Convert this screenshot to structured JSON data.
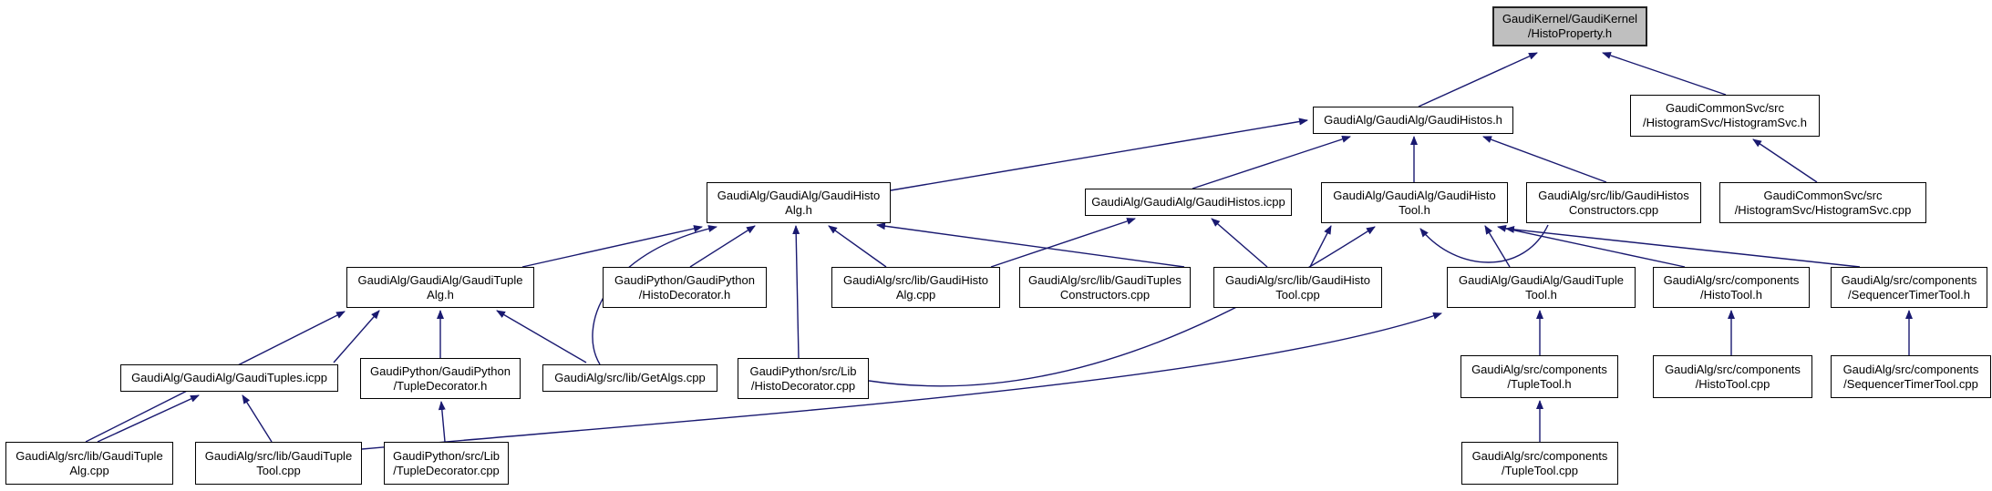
{
  "graph": {
    "type": "doxygen-included-by-dependency-graph",
    "background_color": "#ffffff",
    "edge_color": "#191970",
    "node_fill": "#ffffff",
    "node_border_color": "#000000",
    "root_node_fill": "#bfbfbf",
    "nodes": [
      {
        "id": "histo-property-h",
        "role": "root",
        "line1": "GaudiKernel/GaudiKernel",
        "line2": "/HistoProperty.h"
      },
      {
        "id": "gaudi-histos-h",
        "role": "file",
        "line1": "GaudiAlg/GaudiAlg/GaudiHistos.h",
        "line2": ""
      },
      {
        "id": "histogram-svc-h",
        "role": "file",
        "line1": "GaudiCommonSvc/src",
        "line2": "/HistogramSvc/HistogramSvc.h"
      },
      {
        "id": "gaudi-histo-alg-h",
        "role": "file",
        "line1": "GaudiAlg/GaudiAlg/GaudiHisto",
        "line2": "Alg.h"
      },
      {
        "id": "gaudi-histos-icpp",
        "role": "file",
        "line1": "GaudiAlg/GaudiAlg/GaudiHistos.icpp",
        "line2": ""
      },
      {
        "id": "gaudi-histo-tool-h",
        "role": "file",
        "line1": "GaudiAlg/GaudiAlg/GaudiHisto",
        "line2": "Tool.h"
      },
      {
        "id": "gaudi-histos-constructors-cpp",
        "role": "file",
        "line1": "GaudiAlg/src/lib/GaudiHistos",
        "line2": "Constructors.cpp"
      },
      {
        "id": "histogram-svc-cpp",
        "role": "file",
        "line1": "GaudiCommonSvc/src",
        "line2": "/HistogramSvc/HistogramSvc.cpp"
      },
      {
        "id": "gaudi-tuple-alg-h",
        "role": "file",
        "line1": "GaudiAlg/GaudiAlg/GaudiTuple",
        "line2": "Alg.h"
      },
      {
        "id": "histo-decorator-h",
        "role": "file",
        "line1": "GaudiPython/GaudiPython",
        "line2": "/HistoDecorator.h"
      },
      {
        "id": "gaudi-histo-alg-cpp",
        "role": "file",
        "line1": "GaudiAlg/src/lib/GaudiHisto",
        "line2": "Alg.cpp"
      },
      {
        "id": "gaudi-tuples-constructors-cpp",
        "role": "file",
        "line1": "GaudiAlg/src/lib/GaudiTuples",
        "line2": "Constructors.cpp"
      },
      {
        "id": "gaudi-histo-tool-cpp",
        "role": "file",
        "line1": "GaudiAlg/src/lib/GaudiHisto",
        "line2": "Tool.cpp"
      },
      {
        "id": "gaudi-tuple-tool-h",
        "role": "file",
        "line1": "GaudiAlg/GaudiAlg/GaudiTuple",
        "line2": "Tool.h"
      },
      {
        "id": "histo-tool-h",
        "role": "file",
        "line1": "GaudiAlg/src/components",
        "line2": "/HistoTool.h"
      },
      {
        "id": "sequencer-timer-tool-h",
        "role": "file",
        "line1": "GaudiAlg/src/components",
        "line2": "/SequencerTimerTool.h"
      },
      {
        "id": "gaudi-tuples-icpp",
        "role": "file",
        "line1": "GaudiAlg/GaudiAlg/GaudiTuples.icpp",
        "line2": ""
      },
      {
        "id": "tuple-decorator-h",
        "role": "file",
        "line1": "GaudiPython/GaudiPython",
        "line2": "/TupleDecorator.h"
      },
      {
        "id": "get-algs-cpp",
        "role": "file",
        "line1": "GaudiAlg/src/lib/GetAlgs.cpp",
        "line2": ""
      },
      {
        "id": "histo-decorator-cpp",
        "role": "file",
        "line1": "GaudiPython/src/Lib",
        "line2": "/HistoDecorator.cpp"
      },
      {
        "id": "tuple-tool-h-components",
        "role": "file",
        "line1": "GaudiAlg/src/components",
        "line2": "/TupleTool.h"
      },
      {
        "id": "histo-tool-cpp",
        "role": "file",
        "line1": "GaudiAlg/src/components",
        "line2": "/HistoTool.cpp"
      },
      {
        "id": "sequencer-timer-tool-cpp",
        "role": "file",
        "line1": "GaudiAlg/src/components",
        "line2": "/SequencerTimerTool.cpp"
      },
      {
        "id": "gaudi-tuple-alg-cpp",
        "role": "file",
        "line1": "GaudiAlg/src/lib/GaudiTuple",
        "line2": "Alg.cpp"
      },
      {
        "id": "gaudi-tuple-tool-cpp",
        "role": "file",
        "line1": "GaudiAlg/src/lib/GaudiTuple",
        "line2": "Tool.cpp"
      },
      {
        "id": "tuple-decorator-cpp",
        "role": "file",
        "line1": "GaudiPython/src/Lib",
        "line2": "/TupleDecorator.cpp"
      },
      {
        "id": "tuple-tool-cpp-components",
        "role": "file",
        "line1": "GaudiAlg/src/components",
        "line2": "/TupleTool.cpp"
      }
    ],
    "edges": [
      {
        "from": "gaudi-histos-h",
        "to": "histo-property-h"
      },
      {
        "from": "histogram-svc-h",
        "to": "histo-property-h"
      },
      {
        "from": "gaudi-histo-alg-h",
        "to": "gaudi-histos-h"
      },
      {
        "from": "gaudi-histos-icpp",
        "to": "gaudi-histos-h"
      },
      {
        "from": "gaudi-histo-tool-h",
        "to": "gaudi-histos-h"
      },
      {
        "from": "gaudi-histos-constructors-cpp",
        "to": "gaudi-histos-h"
      },
      {
        "from": "histogram-svc-cpp",
        "to": "histogram-svc-h"
      },
      {
        "from": "gaudi-tuple-alg-h",
        "to": "gaudi-histo-alg-h"
      },
      {
        "from": "get-algs-cpp",
        "to": "gaudi-histo-alg-h"
      },
      {
        "from": "histo-decorator-h",
        "to": "gaudi-histo-alg-h"
      },
      {
        "from": "histo-decorator-cpp",
        "to": "gaudi-histo-alg-h"
      },
      {
        "from": "gaudi-histo-alg-cpp",
        "to": "gaudi-histo-alg-h"
      },
      {
        "from": "gaudi-tuples-constructors-cpp",
        "to": "gaudi-histo-alg-h"
      },
      {
        "from": "gaudi-histo-alg-cpp",
        "to": "gaudi-histos-icpp"
      },
      {
        "from": "gaudi-histo-tool-cpp",
        "to": "gaudi-histos-icpp"
      },
      {
        "from": "gaudi-histo-tool-cpp",
        "to": "gaudi-histo-tool-h"
      },
      {
        "from": "histo-decorator-cpp",
        "to": "gaudi-histo-tool-h"
      },
      {
        "from": "gaudi-histos-constructors-cpp",
        "to": "gaudi-histo-tool-h"
      },
      {
        "from": "gaudi-tuple-tool-h",
        "to": "gaudi-histo-tool-h"
      },
      {
        "from": "histo-tool-h",
        "to": "gaudi-histo-tool-h"
      },
      {
        "from": "sequencer-timer-tool-h",
        "to": "gaudi-histo-tool-h"
      },
      {
        "from": "gaudi-tuple-tool-cpp",
        "to": "gaudi-tuple-tool-h"
      },
      {
        "from": "tuple-tool-h-components",
        "to": "gaudi-tuple-tool-h"
      },
      {
        "from": "histo-tool-cpp",
        "to": "histo-tool-h"
      },
      {
        "from": "sequencer-timer-tool-cpp",
        "to": "sequencer-timer-tool-h"
      },
      {
        "from": "tuple-tool-cpp-components",
        "to": "tuple-tool-h-components"
      },
      {
        "from": "gaudi-tuples-icpp",
        "to": "gaudi-tuple-alg-h"
      },
      {
        "from": "tuple-decorator-h",
        "to": "gaudi-tuple-alg-h"
      },
      {
        "from": "get-algs-cpp",
        "to": "gaudi-tuple-alg-h"
      },
      {
        "from": "gaudi-tuple-alg-cpp",
        "to": "gaudi-tuple-alg-h"
      },
      {
        "from": "gaudi-tuple-alg-cpp",
        "to": "gaudi-tuples-icpp"
      },
      {
        "from": "gaudi-tuple-tool-cpp",
        "to": "gaudi-tuples-icpp"
      },
      {
        "from": "tuple-decorator-cpp",
        "to": "tuple-decorator-h"
      }
    ]
  }
}
